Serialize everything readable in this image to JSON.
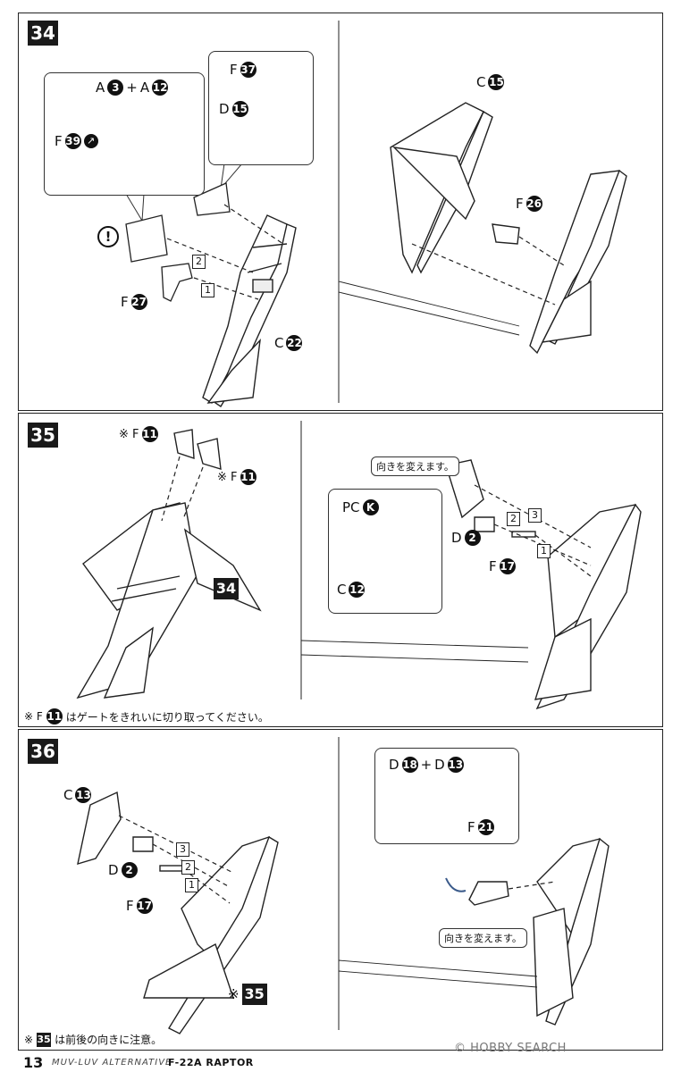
{
  "steps": {
    "s34": {
      "number": "34",
      "callout_top": {
        "a": "A",
        "a3": "3",
        "plus": "+",
        "a_b": "A",
        "a12": "12",
        "f": "F",
        "f39": "39"
      },
      "callout_small": {
        "f": "F",
        "f37": "37",
        "d": "D",
        "d15": "15"
      },
      "left": {
        "f": "F",
        "f27": "27",
        "c": "C",
        "c22": "22",
        "box1": "1",
        "box2": "2"
      },
      "right": {
        "c": "C",
        "c15": "15",
        "f": "F",
        "f26": "26"
      }
    },
    "s35": {
      "number": "35",
      "left": {
        "note1": "※ F",
        "n11a": "11",
        "note2": "※ F",
        "n11b": "11",
        "ref": "34"
      },
      "footnote": {
        "prefix": "※ F",
        "num": "11",
        "text": "はゲートをきれいに切り取ってください。"
      },
      "right": {
        "tag": "向きを変えます。",
        "pc": "PC",
        "k": "K",
        "c": "C",
        "c12": "12",
        "d": "D",
        "d2": "2",
        "f": "F",
        "f17": "17",
        "box1": "1",
        "box2": "2",
        "box3": "3"
      }
    },
    "s36": {
      "number": "36",
      "left": {
        "c": "C",
        "c13": "13",
        "d": "D",
        "d2": "2",
        "f": "F",
        "f17": "17",
        "box1": "1",
        "box2": "2",
        "box3": "3",
        "ref_prefix": "※",
        "ref": "35"
      },
      "footnote": {
        "prefix": "※",
        "num": "35",
        "text": "は前後の向きに注意。"
      },
      "right": {
        "d": "D",
        "d18": "18",
        "plus": "+",
        "d_b": "D",
        "d13": "13",
        "f": "F",
        "f21": "21",
        "tag": "向きを変えます。"
      }
    }
  },
  "footer": {
    "page": "13",
    "series": "MUV-LUV ALTERNATIVE",
    "title": "F-22A RAPTOR",
    "watermark": "© HOBBY SEARCH"
  }
}
